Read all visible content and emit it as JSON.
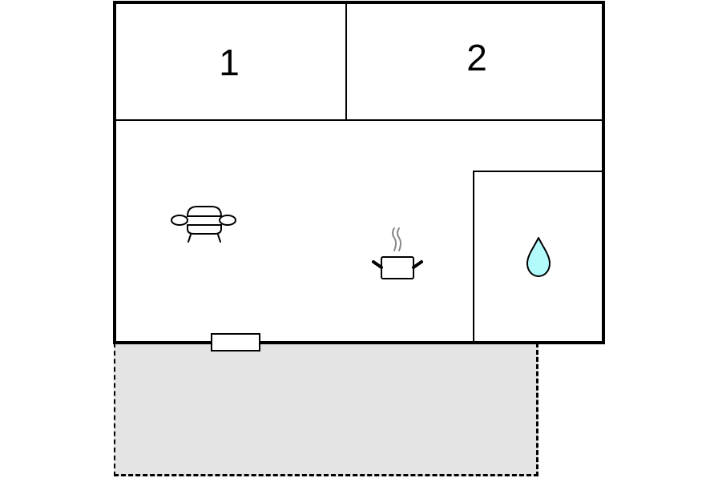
{
  "floor_plan": {
    "rooms": [
      {
        "id": "bedroom-1",
        "label": "1"
      },
      {
        "id": "bedroom-2",
        "label": "2"
      },
      {
        "id": "living-kitchen",
        "label": ""
      },
      {
        "id": "bathroom",
        "label": ""
      }
    ],
    "icons": {
      "living": "sofa-icon",
      "kitchen": "cooking-pot-icon",
      "bathroom": "water-drop-icon"
    },
    "areas": {
      "terrace": "outdoor-terrace"
    },
    "colors": {
      "wall": "#000000",
      "terrace_fill": "#e4e4e4",
      "water_drop": "#b3fafd",
      "steam": "#888888"
    }
  }
}
